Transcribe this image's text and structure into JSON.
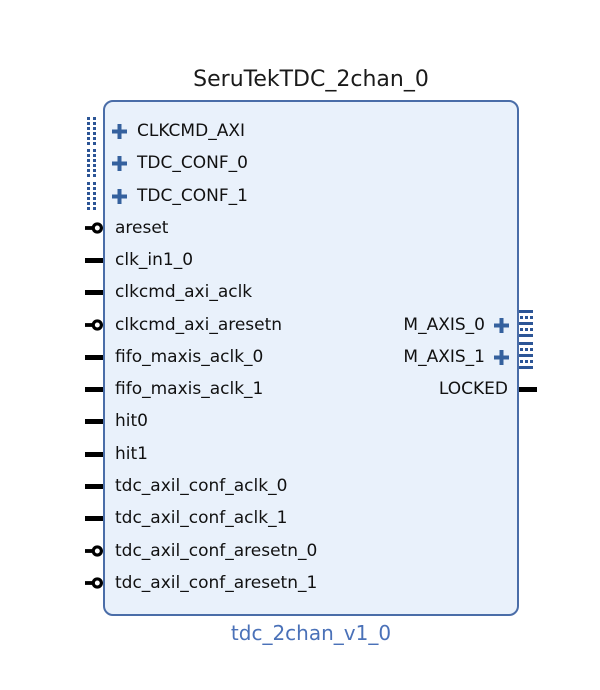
{
  "ip": {
    "instance_name": "SeruTekTDC_2chan_0",
    "type_label": "tdc_2chan_v1_0",
    "interface_pins_left": [
      {
        "label": "CLKCMD_AXI",
        "icon": "collapsed-interface-pin-icon",
        "expand_icon": "plus-expand-icon"
      },
      {
        "label": "TDC_CONF_0",
        "icon": "collapsed-interface-pin-icon",
        "expand_icon": "plus-expand-icon"
      },
      {
        "label": "TDC_CONF_1",
        "icon": "collapsed-interface-pin-icon",
        "expand_icon": "plus-expand-icon"
      }
    ],
    "pins_left": [
      {
        "label": "areset",
        "type": "inverted",
        "icon": "inverted-pin-icon"
      },
      {
        "label": "clk_in1_0",
        "type": "plain",
        "icon": "pin-stub-icon"
      },
      {
        "label": "clkcmd_axi_aclk",
        "type": "plain",
        "icon": "pin-stub-icon"
      },
      {
        "label": "clkcmd_axi_aresetn",
        "type": "inverted",
        "icon": "inverted-pin-icon"
      },
      {
        "label": "fifo_maxis_aclk_0",
        "type": "plain",
        "icon": "pin-stub-icon"
      },
      {
        "label": "fifo_maxis_aclk_1",
        "type": "plain",
        "icon": "pin-stub-icon"
      },
      {
        "label": "hit0",
        "type": "plain",
        "icon": "pin-stub-icon"
      },
      {
        "label": "hit1",
        "type": "plain",
        "icon": "pin-stub-icon"
      },
      {
        "label": "tdc_axil_conf_aclk_0",
        "type": "plain",
        "icon": "pin-stub-icon"
      },
      {
        "label": "tdc_axil_conf_aclk_1",
        "type": "plain",
        "icon": "pin-stub-icon"
      },
      {
        "label": "tdc_axil_conf_aresetn_0",
        "type": "inverted",
        "icon": "inverted-pin-icon"
      },
      {
        "label": "tdc_axil_conf_aresetn_1",
        "type": "inverted",
        "icon": "inverted-pin-icon"
      }
    ],
    "interface_pins_right": [
      {
        "label": "M_AXIS_0",
        "icon": "collapsed-interface-pin-icon",
        "expand_icon": "plus-expand-icon"
      },
      {
        "label": "M_AXIS_1",
        "icon": "collapsed-interface-pin-icon",
        "expand_icon": "plus-expand-icon"
      }
    ],
    "pins_right": [
      {
        "label": "LOCKED",
        "type": "plain",
        "icon": "pin-stub-icon"
      }
    ]
  },
  "colors": {
    "block_fill": "#e9f1fb",
    "block_border": "#4a6da8",
    "accent_blue": "#35619e",
    "icon_dot_blue": "#2c5596",
    "footer_text": "#4a71b8",
    "title_text": "#1a1a1a",
    "pin_text": "#111111",
    "stub_black": "#000000"
  }
}
